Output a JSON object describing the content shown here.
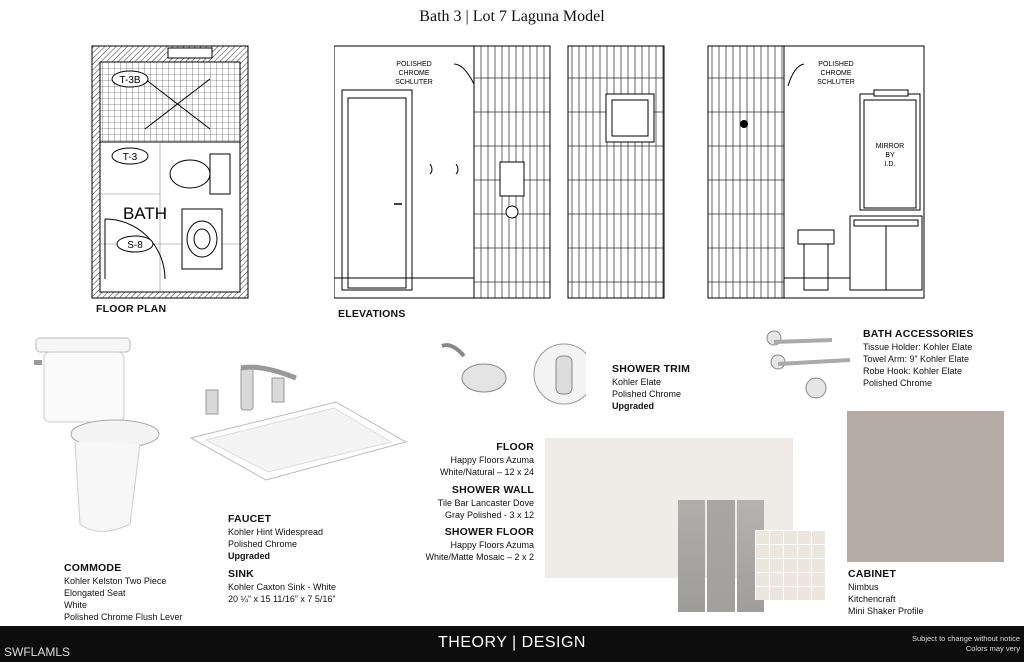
{
  "title": "Bath 3 | Lot 7 Laguna Model",
  "labels": {
    "floor_plan": "FLOOR PLAN",
    "elevations": "ELEVATIONS",
    "plan_bath": "BATH",
    "plan_t3b": "T-3B",
    "plan_t3": "T-3",
    "plan_s8": "S-8",
    "schluter_1_line1": "POLISHED",
    "schluter_1_line2": "CHROME",
    "schluter_1_line3": "SCHLUTER",
    "schluter_2_line1": "POLISHED",
    "schluter_2_line2": "CHROME",
    "schluter_2_line3": "SCHLUTER",
    "mirror_line1": "MIRROR",
    "mirror_line2": "BY",
    "mirror_line3": "I.D."
  },
  "specs": {
    "shower_trim": {
      "heading": "SHOWER TRIM",
      "lines": [
        "Kohler Elate",
        "Polished Chrome"
      ],
      "note": "Upgraded"
    },
    "bath_accessories": {
      "heading": "BATH ACCESSORIES",
      "lines": [
        "Tissue Holder: Kohler Elate",
        "Towel Arm: 9” Kohler Elate",
        "Robe Hook: Kohler Elate",
        "Polished Chrome"
      ]
    },
    "floor": {
      "heading": "FLOOR",
      "lines": [
        "Happy Floors Azuma",
        "White/Natural – 12 x 24"
      ]
    },
    "shower_wall": {
      "heading": "SHOWER WALL",
      "lines": [
        "Tile Bar Lancaster Dove",
        "Gray Polished - 3 x 12"
      ]
    },
    "shower_floor": {
      "heading": "SHOWER FLOOR",
      "lines": [
        "Happy Floors Azuma",
        "White/Matte Mosaic – 2 x 2"
      ]
    },
    "faucet": {
      "heading": "FAUCET",
      "lines": [
        "Kohler Hint Widespread",
        "Polished Chrome"
      ],
      "note": "Upgraded"
    },
    "sink": {
      "heading": "SINK",
      "lines": [
        "Kohler Caxton Sink - White",
        "20 ¼” x 15 11/16” x 7 5/16”"
      ]
    },
    "commode": {
      "heading": "COMMODE",
      "lines": [
        "Kohler Kelston Two Piece",
        "Elongated Seat",
        "White",
        "Polished Chrome Flush Lever"
      ]
    },
    "cabinet": {
      "heading": "CABINET",
      "lines": [
        "Nimbus",
        "Kitchencraft",
        "Mini Shaker Profile"
      ]
    }
  },
  "footer": {
    "brand": "THEORY | DESIGN",
    "watermark": "SWFLAMLS",
    "note_line1": "Subject to change without notice",
    "note_line2": "Colors may very"
  },
  "colors": {
    "cabinet_swatch": "#b3aba4",
    "floor_swatch": "#efebe6",
    "wall_tile": "#a9a7a3",
    "mosaic": "#ebe6de",
    "footer_bg": "#0d0d0d"
  }
}
